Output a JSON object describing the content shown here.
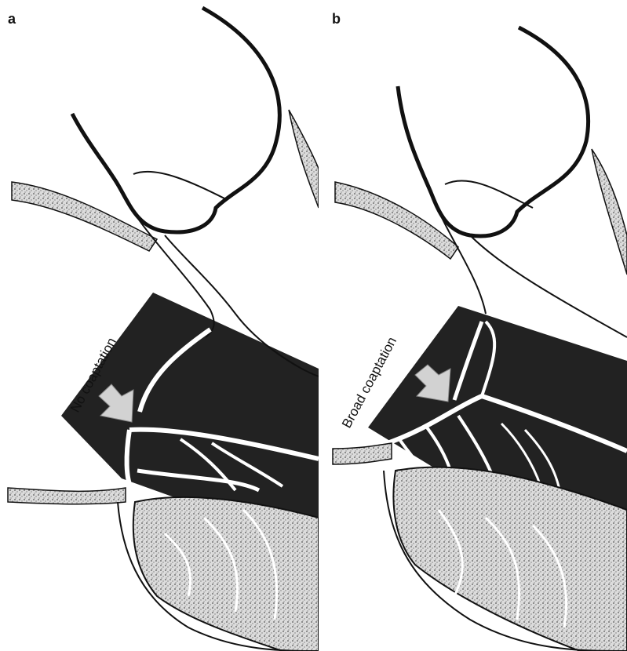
{
  "figure": {
    "panels": [
      {
        "letter": "a",
        "label": "No coaptation"
      },
      {
        "letter": "b",
        "label": "Broad coaptation"
      }
    ]
  },
  "colors": {
    "ink": "#111111",
    "dark_region": "#222222",
    "stipple": "#c8c8c8",
    "arrow": "#d2d2d2"
  }
}
